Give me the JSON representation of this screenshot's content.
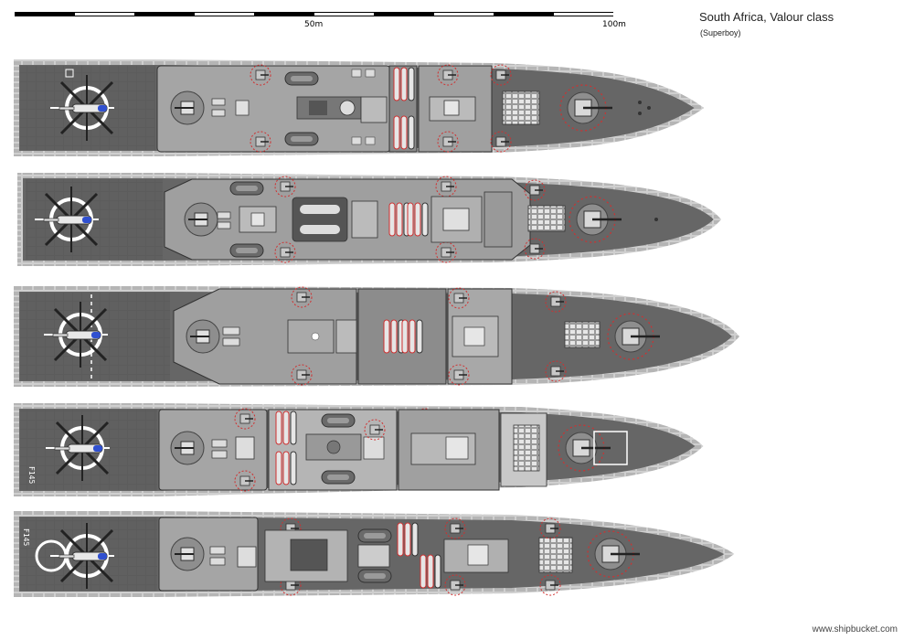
{
  "header": {
    "title": "South Africa, Valour class",
    "author": "(Superboy)"
  },
  "scale_bar": {
    "labels": [
      "50m",
      "100m"
    ]
  },
  "hull_markings": [
    "F145",
    "F145"
  ],
  "footer": {
    "site": "www.shipbucket.com"
  },
  "colors": {
    "flight_deck": "#5f5f5f",
    "superstructure": "#a8a8a8",
    "hull_outer": "#6a6a6a",
    "gun_mount": "#8e8e8e",
    "danger_circle": "#d03030",
    "helicopter_blue": "#3050d0"
  },
  "views": [
    {
      "name": "variant-1"
    },
    {
      "name": "variant-2"
    },
    {
      "name": "variant-3"
    },
    {
      "name": "variant-4"
    },
    {
      "name": "variant-5"
    }
  ]
}
